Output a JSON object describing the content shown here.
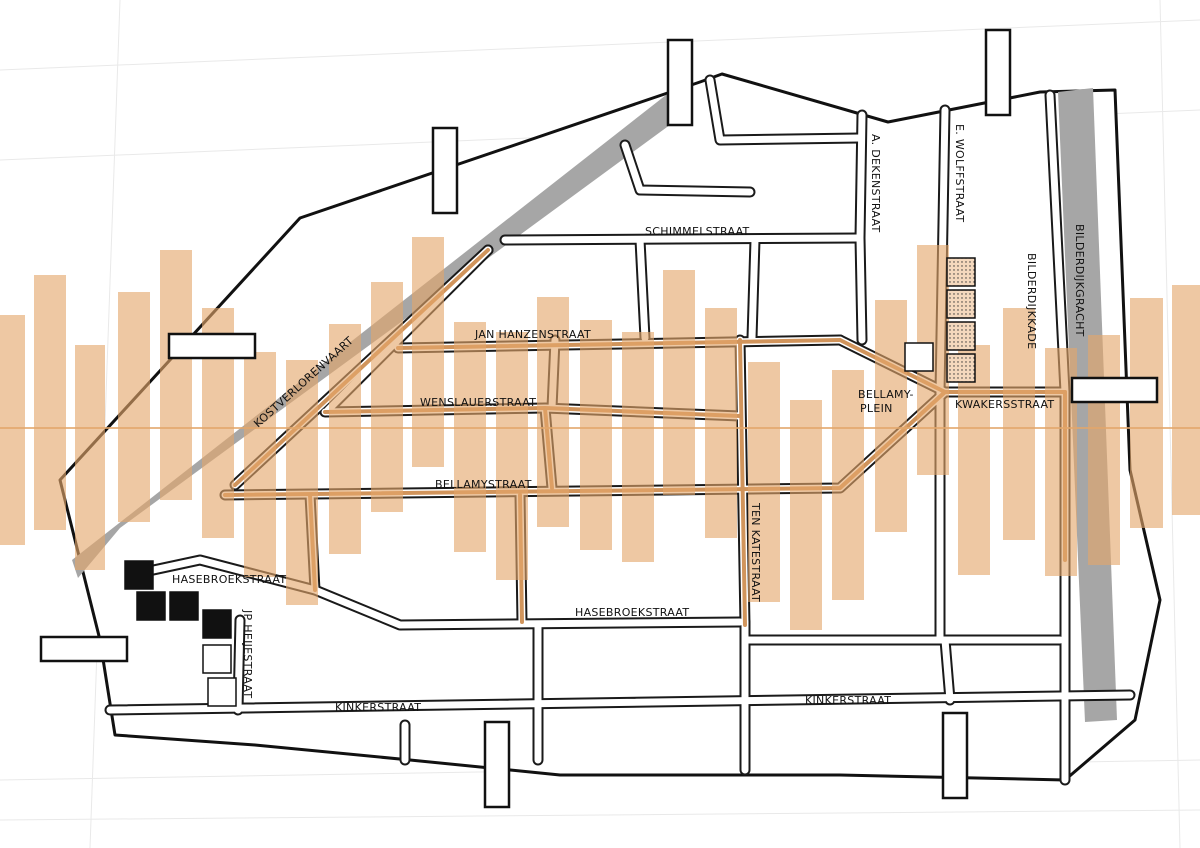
{
  "colors": {
    "background": "#ffffff",
    "line": "#111111",
    "canal": "#a6a6a6",
    "bars": "#e3a76b",
    "route": "#c9823f",
    "block_filled": "#111111",
    "dotted_fill": "#f4d8bd"
  },
  "streets": {
    "schimmelstraat": "SCHIMMELSTRAAT",
    "dekenstraat": "A. DEKENSTRAAT",
    "wolffstraat": "E. WOLFFSTRAAT",
    "bilderdijkkade": "BILDERDIJKKADE",
    "bilderdijkgracht": "BILDERDIJKGRACHT",
    "jan_hanzenstraat": "JAN HANZENSTRAAT",
    "kostverlorenvaart": "KOSTVERLORENVAART",
    "wenslauerstraat": "WENSLAUERSTRAAT",
    "bellamyplein_1": "BELLAMY-",
    "bellamyplein_2": "PLEIN",
    "kwakersstraat": "KWAKERSSTRAAT",
    "bellamystraat": "BELLAMYSTRAAT",
    "ten_katestraat": "TEN KATESTRAAT",
    "hasebroekstraat_west": "HASEBROEKSTRAAT",
    "hasebroekstraat_east": "HASEBROEKSTRAAT",
    "jp_heijestraat": "JP HEIJESTRAAT",
    "kinkerstraat_west": "KINKERSTRAAT",
    "kinkerstraat_east": "KINKERSTRAAT"
  },
  "legend_icons": [
    "gate-marker",
    "filled-block",
    "empty-block",
    "dotted-block"
  ]
}
